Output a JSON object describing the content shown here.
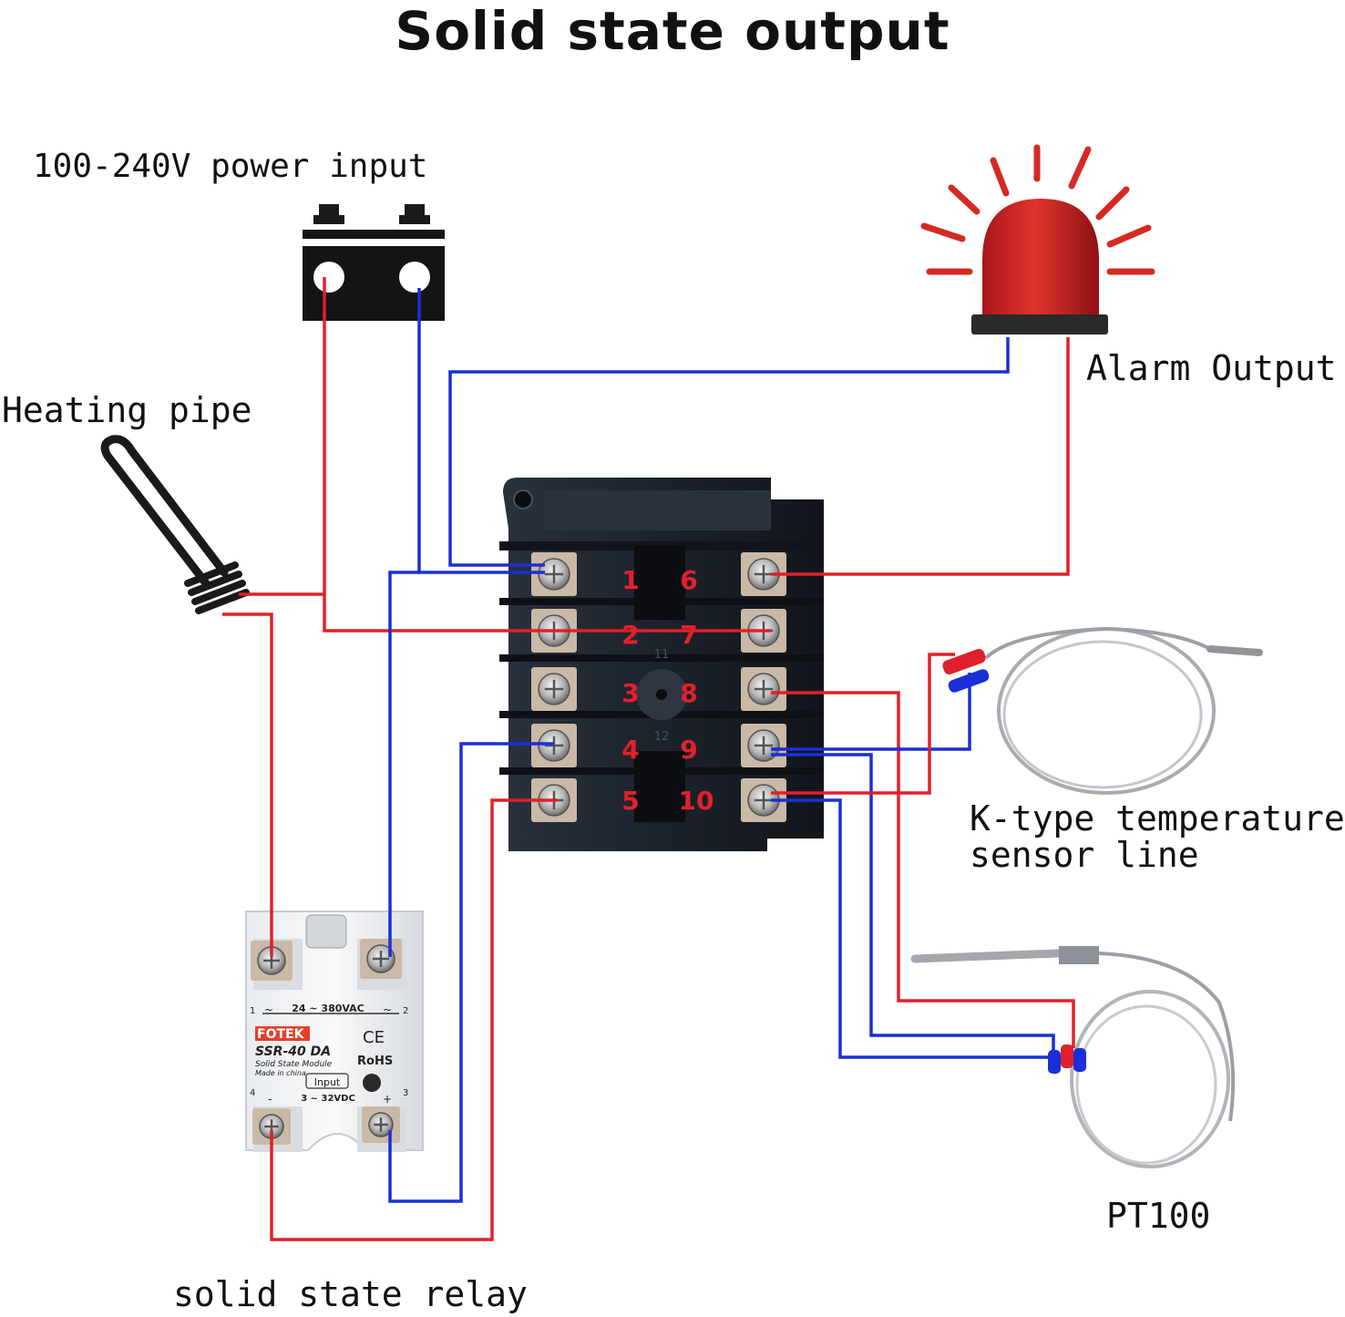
{
  "title": "Solid state output",
  "labels": {
    "power_input": "100-240V power  input",
    "heating_pipe": "Heating pipe",
    "alarm_output": "Alarm Output",
    "k_type_line1": "K-type temperature",
    "k_type_line2": "sensor line",
    "pt100": "PT100",
    "solid_state_relay": "solid state relay"
  },
  "controller": {
    "terminal_numbers": [
      "1",
      "2",
      "3",
      "4",
      "5",
      "6",
      "7",
      "8",
      "9",
      "10"
    ],
    "small_numbers": [
      "11",
      "12"
    ]
  },
  "ssr": {
    "brand": "FOTEK",
    "model": "SSR-40 DA",
    "subtitle": "Solid State Module",
    "made_in": "Made in china",
    "load_range": "24 ~ 380VAC",
    "input_label": "Input",
    "input_range": "3 ~ 32VDC",
    "ce": "CE",
    "rohs": "RoHS",
    "pins": [
      "1",
      "2",
      "3",
      "4"
    ],
    "load_symbols": [
      "~",
      "~"
    ],
    "input_symbols": [
      "-",
      "+"
    ]
  },
  "colors": {
    "red_wire": "#e0202a",
    "blue_wire": "#1a2fd6",
    "controller_body": "#1f2530",
    "terminal_number": "#e4202a",
    "alarm_light": "#d42a22"
  }
}
